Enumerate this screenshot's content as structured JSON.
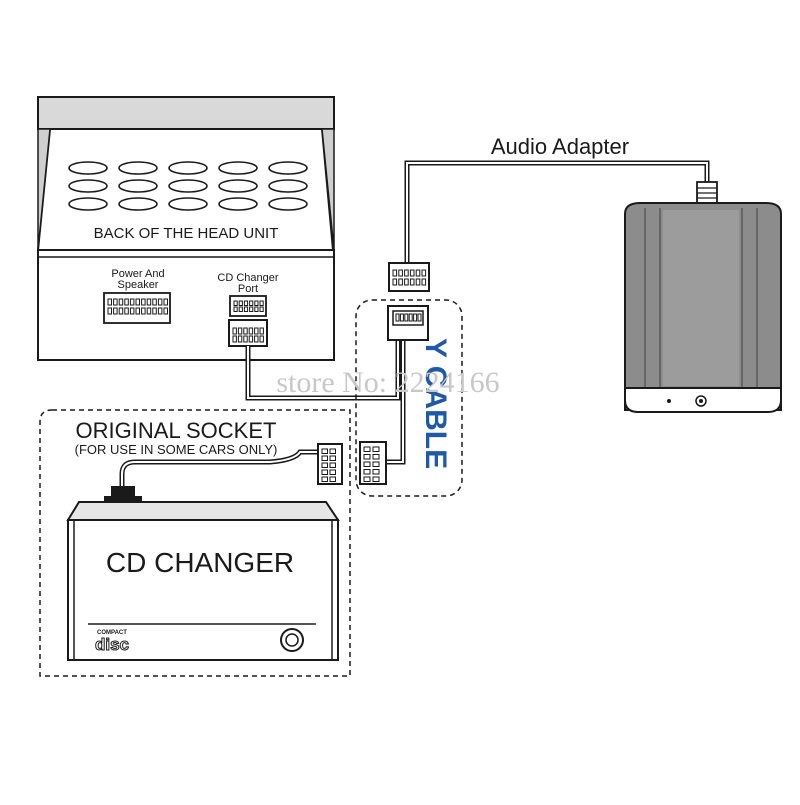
{
  "head_unit": {
    "title": "BACK OF THE HEAD UNIT",
    "power_port_label_line1": "Power And",
    "power_port_label_line2": "Speaker",
    "cd_port_label_line1": "CD Changer",
    "cd_port_label_line2": "Port"
  },
  "audio_adapter": {
    "label": "Audio Adapter"
  },
  "y_cable": {
    "label": "Y CABLE"
  },
  "original_socket": {
    "label": "ORIGINAL SOCKET",
    "note": "(FOR USE IN SOME CARS ONLY)"
  },
  "cd_changer": {
    "label": "CD CHANGER",
    "disc_logo_small": "COMPACT",
    "disc_logo_large": "disc"
  },
  "watermark": {
    "text": "store No: 2224166"
  },
  "colors": {
    "line": "#1a1a1a",
    "y_cable_label": "#1f5aa8",
    "adapter_body": "#8c8c8c",
    "adapter_dark": "#5a5a5a",
    "adapter_top": "#b0b0b0",
    "watermark": "#c8c8c8"
  }
}
